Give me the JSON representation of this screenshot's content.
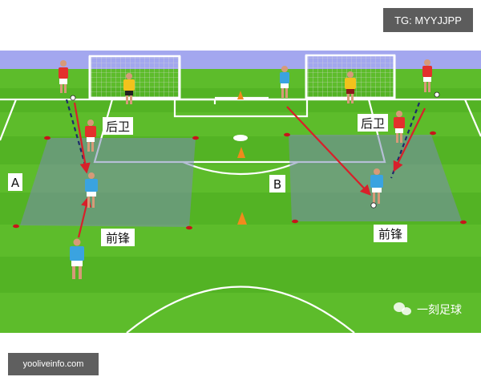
{
  "watermarks": {
    "telegram": "TG: MYYJJPP",
    "site": "yooliveinfo.com",
    "wechat": "一刻足球"
  },
  "diagram": {
    "zone_a_letter": "A",
    "zone_b_letter": "B",
    "defender_label": "后卫",
    "forward_label": "前锋"
  },
  "colors": {
    "grass_light": "#5dbc2b",
    "grass_dark": "#4fae22",
    "sky": "#a3a7ef",
    "red_team": "#e3302c",
    "blue_team": "#3aa3e0",
    "goalkeeper": "#f2c21c",
    "arrow": "#d8202a",
    "zone_shade": "#7a8ab5"
  }
}
